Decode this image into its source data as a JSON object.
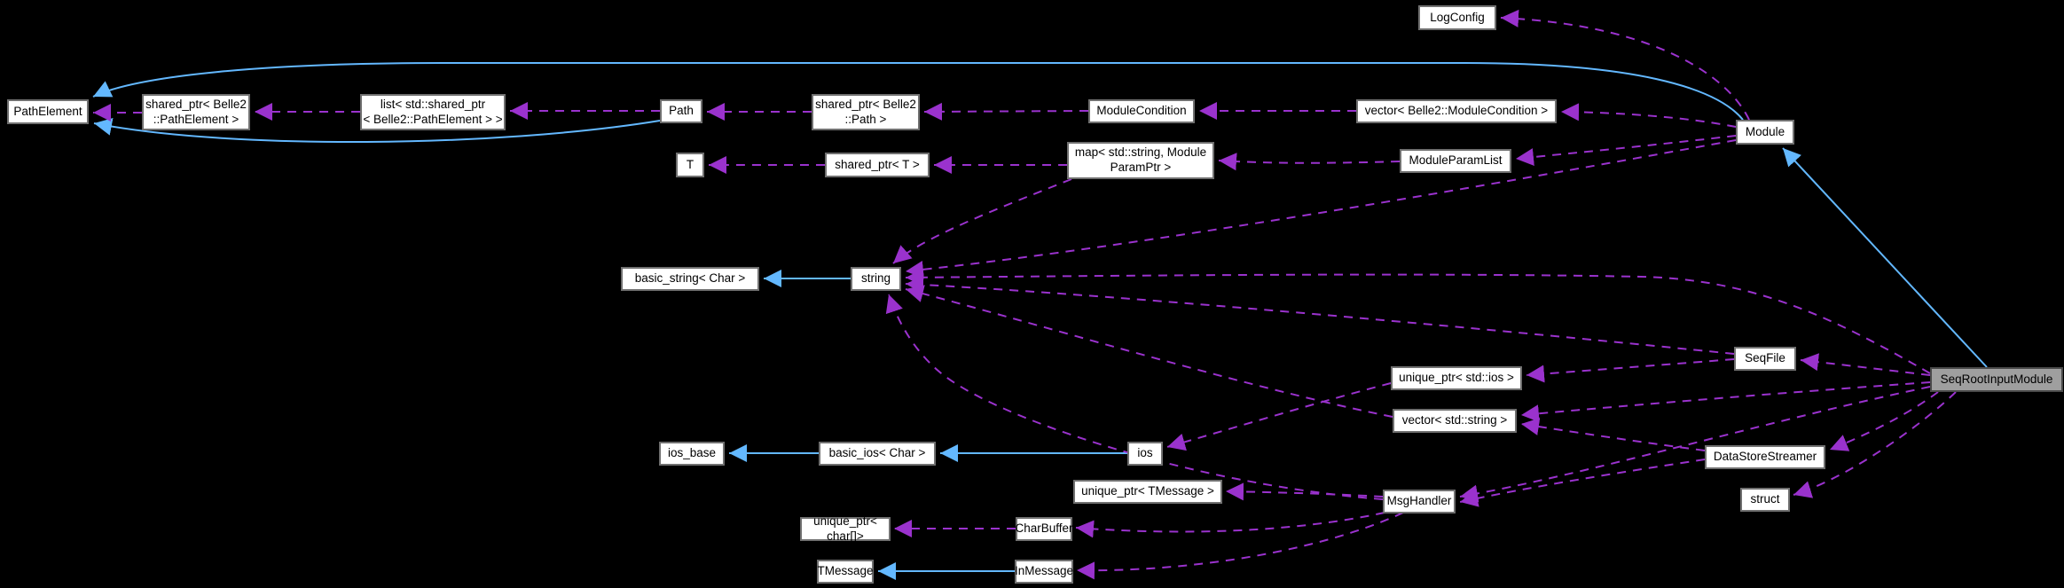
{
  "colors": {
    "edge_uses": "#9a32cd",
    "edge_inherits": "#63b8ff",
    "node_bg": "#ffffff",
    "node_border": "#707070",
    "highlight_bg": "#9f9f9f",
    "highlight_border": "#4a4a4a",
    "background": "#000000"
  },
  "nodes": [
    {
      "id": "PathElement",
      "label": "PathElement"
    },
    {
      "id": "shared_ptr_PathElement",
      "label": "shared_ptr< Belle2\n::PathElement >"
    },
    {
      "id": "list_PathElement",
      "label": "list< std::shared_ptr\n< Belle2::PathElement > >"
    },
    {
      "id": "Path",
      "label": "Path"
    },
    {
      "id": "shared_ptr_Path",
      "label": "shared_ptr< Belle2\n::Path >"
    },
    {
      "id": "ModuleCondition",
      "label": "ModuleCondition"
    },
    {
      "id": "vector_ModuleCondition",
      "label": "vector< Belle2::ModuleCondition >"
    },
    {
      "id": "LogConfig",
      "label": "LogConfig"
    },
    {
      "id": "Module",
      "label": "Module"
    },
    {
      "id": "T",
      "label": "T"
    },
    {
      "id": "shared_ptr_T",
      "label": "shared_ptr< T >"
    },
    {
      "id": "map_ModuleParamPtr",
      "label": "map< std::string, Module\nParamPtr >"
    },
    {
      "id": "ModuleParamList",
      "label": "ModuleParamList"
    },
    {
      "id": "basic_string_Char",
      "label": "basic_string< Char >"
    },
    {
      "id": "string",
      "label": "string"
    },
    {
      "id": "SeqFile",
      "label": "SeqFile"
    },
    {
      "id": "unique_ptr_std_ios",
      "label": "unique_ptr< std::ios >"
    },
    {
      "id": "SeqRootInputModule",
      "label": "SeqRootInputModule",
      "highlighted": true
    },
    {
      "id": "vector_std_string",
      "label": "vector< std::string >"
    },
    {
      "id": "ios_base",
      "label": "ios_base"
    },
    {
      "id": "basic_ios_Char",
      "label": "basic_ios< Char >"
    },
    {
      "id": "ios",
      "label": "ios"
    },
    {
      "id": "DataStoreStreamer",
      "label": "DataStoreStreamer"
    },
    {
      "id": "unique_ptr_TMessage",
      "label": "unique_ptr< TMessage >"
    },
    {
      "id": "MsgHandler",
      "label": "MsgHandler"
    },
    {
      "id": "struct",
      "label": "struct"
    },
    {
      "id": "unique_ptr_char_arr",
      "label": "unique_ptr< char[]>"
    },
    {
      "id": "CharBuffer",
      "label": "CharBuffer"
    },
    {
      "id": "TMessage",
      "label": "TMessage"
    },
    {
      "id": "InMessage",
      "label": "InMessage"
    }
  ],
  "edges": [
    {
      "from": "shared_ptr_PathElement",
      "to": "PathElement",
      "kind": "uses"
    },
    {
      "from": "list_PathElement",
      "to": "shared_ptr_PathElement",
      "kind": "uses"
    },
    {
      "from": "Path",
      "to": "list_PathElement",
      "kind": "uses"
    },
    {
      "from": "shared_ptr_Path",
      "to": "Path",
      "kind": "uses"
    },
    {
      "from": "ModuleCondition",
      "to": "shared_ptr_Path",
      "kind": "uses"
    },
    {
      "from": "vector_ModuleCondition",
      "to": "ModuleCondition",
      "kind": "uses"
    },
    {
      "from": "Module",
      "to": "vector_ModuleCondition",
      "kind": "uses"
    },
    {
      "from": "Module",
      "to": "LogConfig",
      "kind": "uses"
    },
    {
      "from": "Module",
      "to": "ModuleParamList",
      "kind": "uses"
    },
    {
      "from": "ModuleParamList",
      "to": "map_ModuleParamPtr",
      "kind": "uses"
    },
    {
      "from": "map_ModuleParamPtr",
      "to": "shared_ptr_T",
      "kind": "uses"
    },
    {
      "from": "shared_ptr_T",
      "to": "T",
      "kind": "uses"
    },
    {
      "from": "map_ModuleParamPtr",
      "to": "string",
      "kind": "uses"
    },
    {
      "from": "Module",
      "to": "string",
      "kind": "uses"
    },
    {
      "from": "SeqRootInputModule",
      "to": "string",
      "kind": "uses"
    },
    {
      "from": "SeqFile",
      "to": "string",
      "kind": "uses"
    },
    {
      "from": "vector_std_string",
      "to": "string",
      "kind": "uses"
    },
    {
      "from": "MsgHandler",
      "to": "string",
      "kind": "uses"
    },
    {
      "from": "SeqFile",
      "to": "unique_ptr_std_ios",
      "kind": "uses"
    },
    {
      "from": "unique_ptr_std_ios",
      "to": "ios",
      "kind": "uses"
    },
    {
      "from": "SeqRootInputModule",
      "to": "SeqFile",
      "kind": "uses"
    },
    {
      "from": "SeqRootInputModule",
      "to": "vector_std_string",
      "kind": "uses"
    },
    {
      "from": "DataStoreStreamer",
      "to": "vector_std_string",
      "kind": "uses"
    },
    {
      "from": "SeqRootInputModule",
      "to": "DataStoreStreamer",
      "kind": "uses"
    },
    {
      "from": "SeqRootInputModule",
      "to": "struct",
      "kind": "uses"
    },
    {
      "from": "SeqRootInputModule",
      "to": "MsgHandler",
      "kind": "uses"
    },
    {
      "from": "DataStoreStreamer",
      "to": "MsgHandler",
      "kind": "uses"
    },
    {
      "from": "MsgHandler",
      "to": "unique_ptr_TMessage",
      "kind": "uses"
    },
    {
      "from": "MsgHandler",
      "to": "CharBuffer",
      "kind": "uses"
    },
    {
      "from": "MsgHandler",
      "to": "InMessage",
      "kind": "uses"
    },
    {
      "from": "CharBuffer",
      "to": "unique_ptr_char_arr",
      "kind": "uses"
    },
    {
      "from": "Module",
      "to": "PathElement",
      "kind": "inherits"
    },
    {
      "from": "Path",
      "to": "PathElement",
      "kind": "inherits"
    },
    {
      "from": "string",
      "to": "basic_string_Char",
      "kind": "inherits"
    },
    {
      "from": "basic_ios_Char",
      "to": "ios_base",
      "kind": "inherits"
    },
    {
      "from": "ios",
      "to": "basic_ios_Char",
      "kind": "inherits"
    },
    {
      "from": "InMessage",
      "to": "TMessage",
      "kind": "inherits"
    },
    {
      "from": "SeqRootInputModule",
      "to": "Module",
      "kind": "inherits"
    }
  ]
}
